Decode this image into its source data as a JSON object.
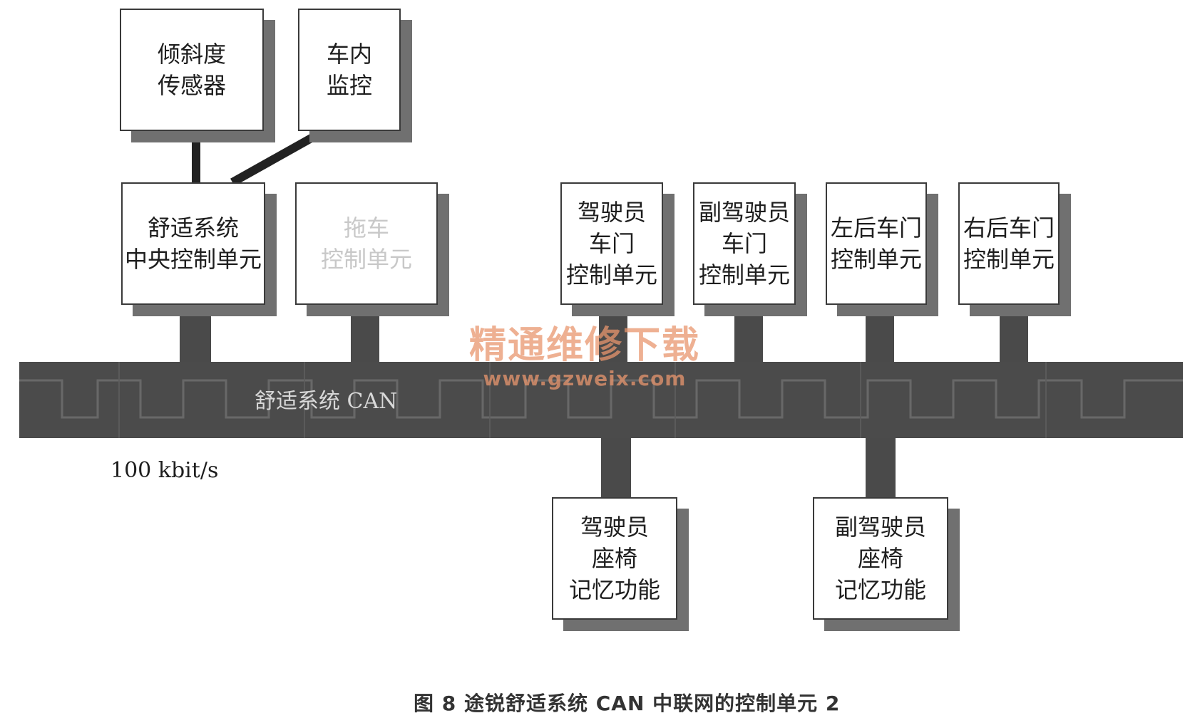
{
  "diagram": {
    "top_units": [
      {
        "lines": [
          "倾斜度",
          "传感器"
        ]
      },
      {
        "lines": [
          "车内",
          "监控"
        ]
      }
    ],
    "upper_units": [
      {
        "lines": [
          "舒适系统",
          "中央控制单元"
        ]
      },
      {
        "lines": [
          "拖车",
          "控制单元"
        ]
      },
      {
        "lines": [
          "驾驶员",
          "车门",
          "控制单元"
        ]
      },
      {
        "lines": [
          "副驾驶员",
          "车门",
          "控制单元"
        ]
      },
      {
        "lines": [
          "左后车门",
          "控制单元"
        ]
      },
      {
        "lines": [
          "右后车门",
          "控制单元"
        ]
      }
    ],
    "lower_units": [
      {
        "lines": [
          "驾驶员",
          "座椅",
          "记忆功能"
        ]
      },
      {
        "lines": [
          "副驾驶员",
          "座椅",
          "记忆功能"
        ]
      }
    ],
    "bus_label": "舒适系统 CAN",
    "bus_speed": "100 kbit/s",
    "caption": "图 8   途锐舒适系统 CAN 中联网的控制单元 2",
    "watermark": {
      "name": "精通维修下载",
      "url": "www.gzweix.com"
    },
    "colors": {
      "bus": "#4b4b4b",
      "box_border": "#3a3a3a",
      "shadow": "#707070",
      "watermark": "#e8966e"
    }
  }
}
